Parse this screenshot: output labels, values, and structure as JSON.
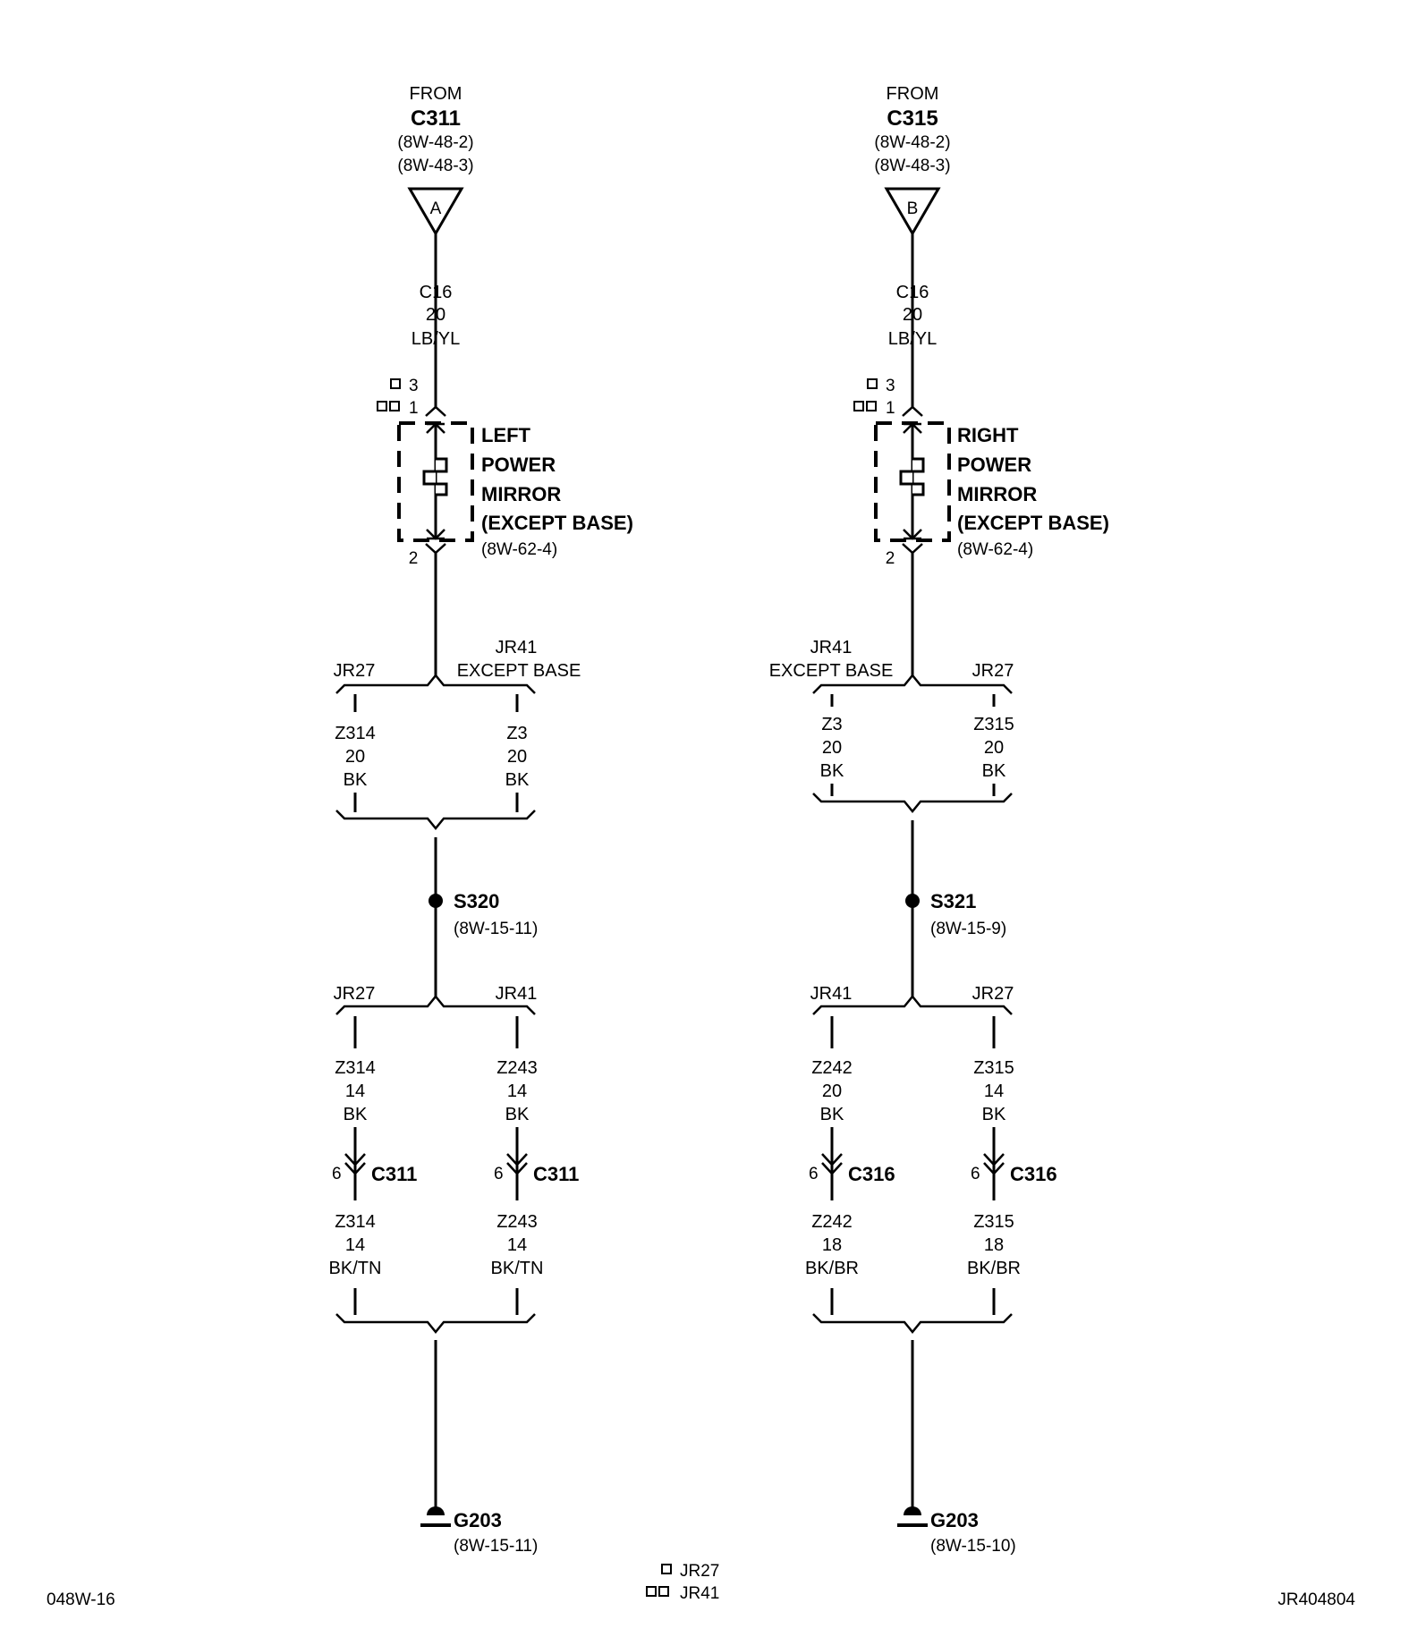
{
  "left": {
    "from": "FROM",
    "from_conn": "C311",
    "from_ref1": "(8W-48-2)",
    "from_ref2": "(8W-48-3)",
    "tri": "A",
    "wire": [
      "C16",
      "20",
      "LB/YL"
    ],
    "pin_top_a": "3",
    "pin_top_b": "1",
    "pin_bottom": "2",
    "device": [
      "LEFT",
      "POWER",
      "MIRROR",
      "(EXCEPT BASE)"
    ],
    "device_ref": "(8W-62-4)",
    "b1": {
      "label_left": "JR27",
      "label_right_1": "JR41",
      "label_right_2": "EXCEPT BASE",
      "wire_left": [
        "Z314",
        "20",
        "BK"
      ],
      "wire_right": [
        "Z3",
        "20",
        "BK"
      ]
    },
    "splice": "S320",
    "splice_ref": "(8W-15-11)",
    "b2": {
      "label_left": "JR27",
      "label_right": "JR41",
      "wire_left": [
        "Z314",
        "14",
        "BK"
      ],
      "wire_right": [
        "Z243",
        "14",
        "BK"
      ]
    },
    "conn_left": {
      "pin": "6",
      "name": "C311"
    },
    "conn_right": {
      "pin": "6",
      "name": "C311"
    },
    "wire2_left": [
      "Z314",
      "14",
      "BK/TN"
    ],
    "wire2_right": [
      "Z243",
      "14",
      "BK/TN"
    ],
    "ground": "G203",
    "ground_ref": "(8W-15-11)"
  },
  "right": {
    "from": "FROM",
    "from_conn": "C315",
    "from_ref1": "(8W-48-2)",
    "from_ref2": "(8W-48-3)",
    "tri": "B",
    "wire": [
      "C16",
      "20",
      "LB/YL"
    ],
    "pin_top_a": "3",
    "pin_top_b": "1",
    "pin_bottom": "2",
    "device": [
      "RIGHT",
      "POWER",
      "MIRROR",
      "(EXCEPT BASE)"
    ],
    "device_ref": "(8W-62-4)",
    "b1": {
      "label_left_1": "JR41",
      "label_left_2": "EXCEPT BASE",
      "label_right": "JR27",
      "wire_left": [
        "Z3",
        "20",
        "BK"
      ],
      "wire_right": [
        "Z315",
        "20",
        "BK"
      ]
    },
    "splice": "S321",
    "splice_ref": "(8W-15-9)",
    "b2": {
      "label_left": "JR41",
      "label_right": "JR27",
      "wire_left": [
        "Z242",
        "20",
        "BK"
      ],
      "wire_right": [
        "Z315",
        "14",
        "BK"
      ]
    },
    "conn_left": {
      "pin": "6",
      "name": "C316"
    },
    "conn_right": {
      "pin": "6",
      "name": "C316"
    },
    "wire2_left": [
      "Z242",
      "18",
      "BK/BR"
    ],
    "wire2_right": [
      "Z315",
      "18",
      "BK/BR"
    ],
    "ground": "G203",
    "ground_ref": "(8W-15-10)"
  },
  "legend": {
    "one": "JR27",
    "two": "JR41"
  },
  "footer": {
    "left": "048W-16",
    "right": "JR404804"
  }
}
